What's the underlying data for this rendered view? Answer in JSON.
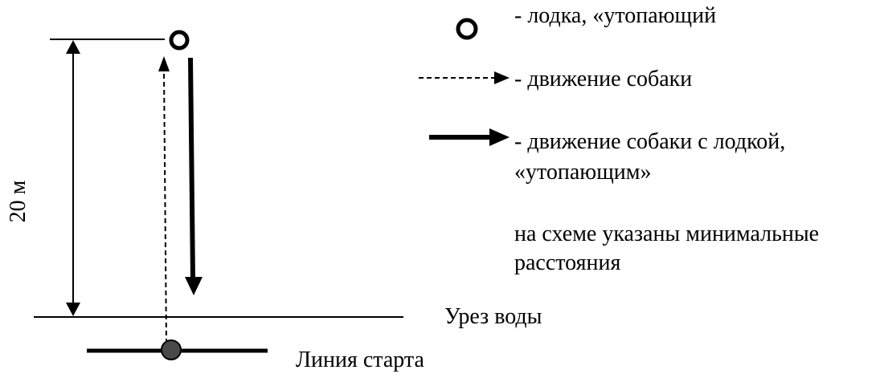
{
  "legend": {
    "boat": "- лодка, «утопающий",
    "dog_moving": "- движение собаки",
    "dog_with_boat_line1": "- движение собаки с лодкой,",
    "dog_with_boat_line2": "«утопающим»"
  },
  "note": {
    "line1": "на схеме указаны минимальные",
    "line2": "расстояния"
  },
  "labels": {
    "waterline": "Урез воды",
    "start_line": "Линия старта",
    "distance": "20 м"
  },
  "colors": {
    "ink": "#000000",
    "start_marker": "#4a4a4a",
    "background": "#ffffff"
  }
}
